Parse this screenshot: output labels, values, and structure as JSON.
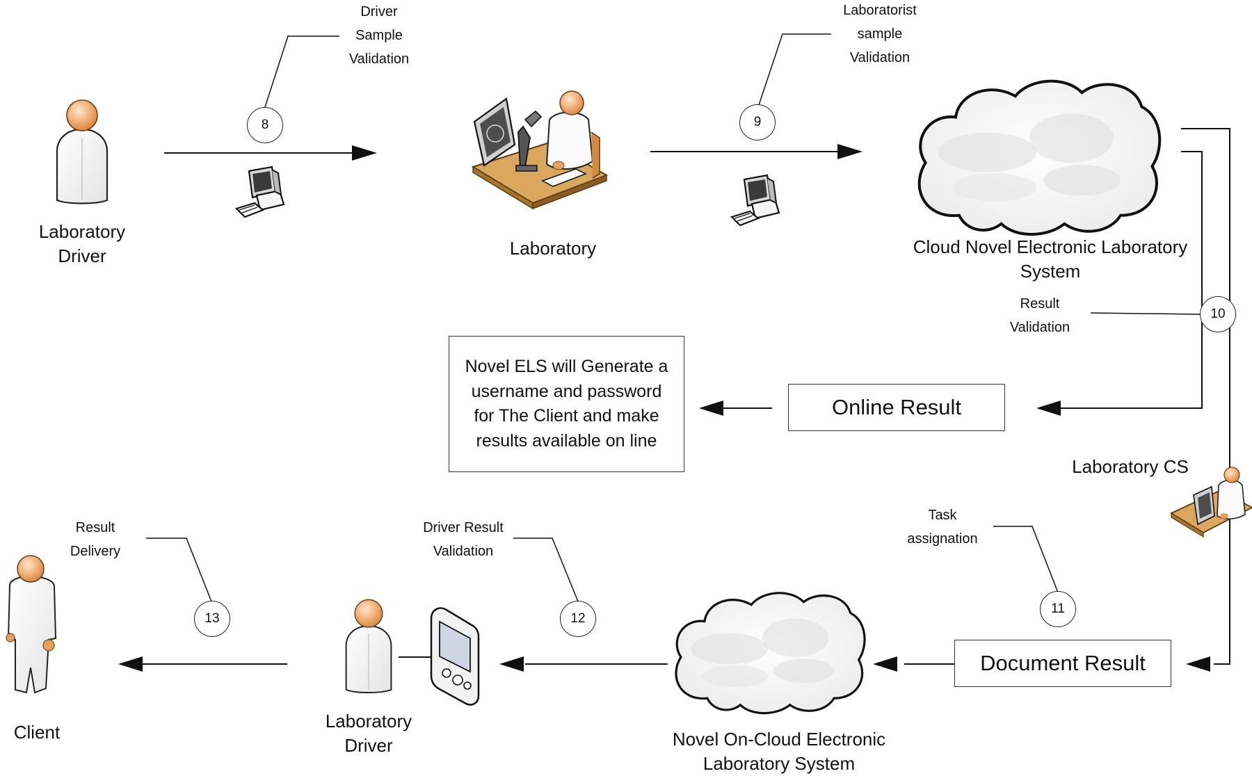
{
  "actors": {
    "lab_driver_top": "Laboratory\nDriver",
    "laboratory": "Laboratory",
    "cloud_top": "Cloud Novel Electronic Laboratory\nSystem",
    "laboratory_cs": "Laboratory CS",
    "cloud_bottom": "Novel On-Cloud Electronic\nLaboratory System",
    "lab_driver_bottom": "Laboratory\nDriver",
    "client": "Client"
  },
  "boxes": {
    "novel_els_note": "Novel ELS will Generate a\nusername and password\nfor The Client and make\nresults available on line",
    "online_result": "Online Result",
    "document_result": "Document Result"
  },
  "steps": [
    {
      "number": "8",
      "label": "Driver\nSample\nValidation"
    },
    {
      "number": "9",
      "label": "Laboratorist\nsample\nValidation"
    },
    {
      "number": "10",
      "label": "Result\nValidation"
    },
    {
      "number": "11",
      "label": "Task\nassignation"
    },
    {
      "number": "12",
      "label": "Driver Result\nValidation"
    },
    {
      "number": "13",
      "label": "Result\nDelivery"
    }
  ],
  "icons": [
    "person-icon",
    "laboratory-workstation-icon",
    "cloud-icon",
    "computer-icon",
    "pda-device-icon",
    "customer-service-desk-icon"
  ]
}
